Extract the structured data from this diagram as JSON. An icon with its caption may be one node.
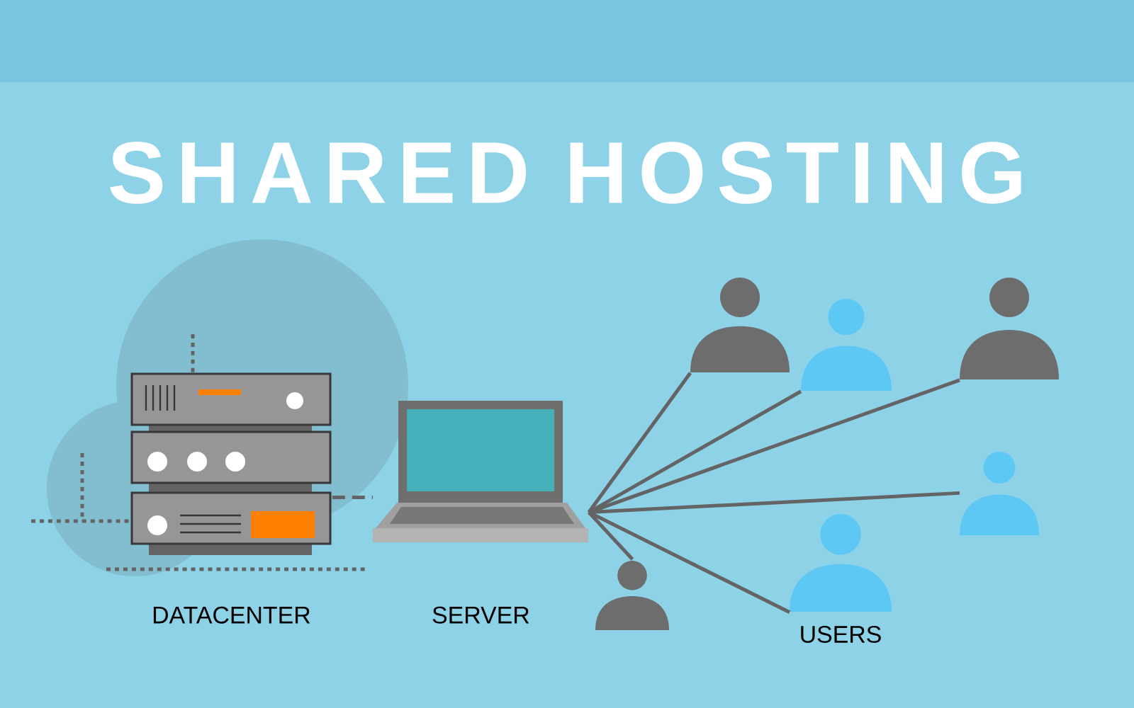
{
  "diagram": {
    "title": "SHARED HOSTING",
    "nodes": [
      {
        "text": [
          "DATACENTER"
        ]
      },
      {
        "text": [
          "SERVER"
        ]
      },
      {
        "text": [],
        "shape": "person"
      },
      {
        "text": [],
        "shape": "person"
      },
      {
        "text": [],
        "shape": "person"
      },
      {
        "text": [],
        "shape": "person"
      },
      {
        "text": [],
        "shape": "person"
      },
      {
        "text": [],
        "shape": "person"
      }
    ],
    "edges": [
      {
        "from": 0,
        "to": 1,
        "arrow": "none",
        "style": "dashed"
      },
      {
        "from": 1,
        "to": 2,
        "arrow": "none"
      },
      {
        "from": 1,
        "to": 3,
        "arrow": "none"
      },
      {
        "from": 1,
        "to": 4,
        "arrow": "none"
      },
      {
        "from": 1,
        "to": 5,
        "arrow": "none"
      },
      {
        "from": 1,
        "to": 6,
        "arrow": "none"
      },
      {
        "from": 1,
        "to": 7,
        "arrow": "none"
      }
    ],
    "labels": [
      "USERS"
    ]
  }
}
